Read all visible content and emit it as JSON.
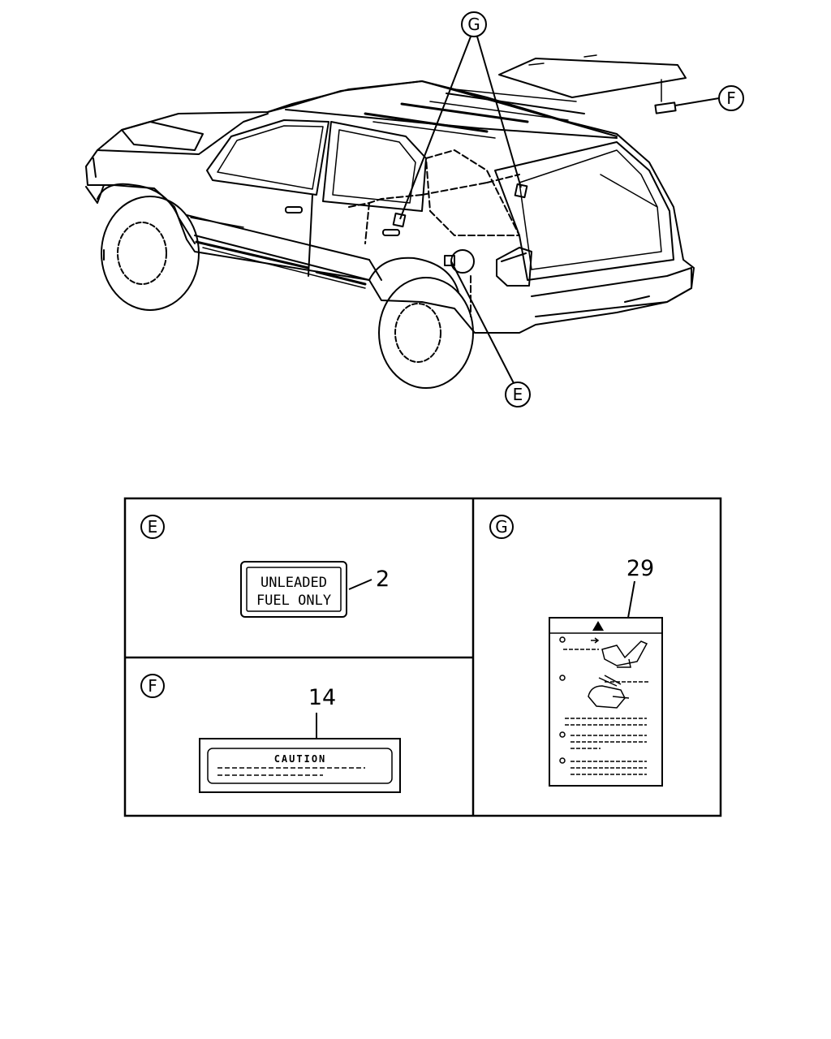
{
  "callouts": {
    "g": "G",
    "f": "F",
    "e": "E"
  },
  "panels": {
    "e": {
      "letter": "E",
      "part_number": "2",
      "label_line1": "UNLEADED",
      "label_line2": "FUEL ONLY"
    },
    "f": {
      "letter": "F",
      "part_number": "14",
      "label_title": "CAUTION"
    },
    "g": {
      "letter": "G",
      "part_number": "29"
    }
  },
  "icons": {
    "warning": "warning-triangle-icon",
    "bullet": "circle-bullet-icon"
  }
}
